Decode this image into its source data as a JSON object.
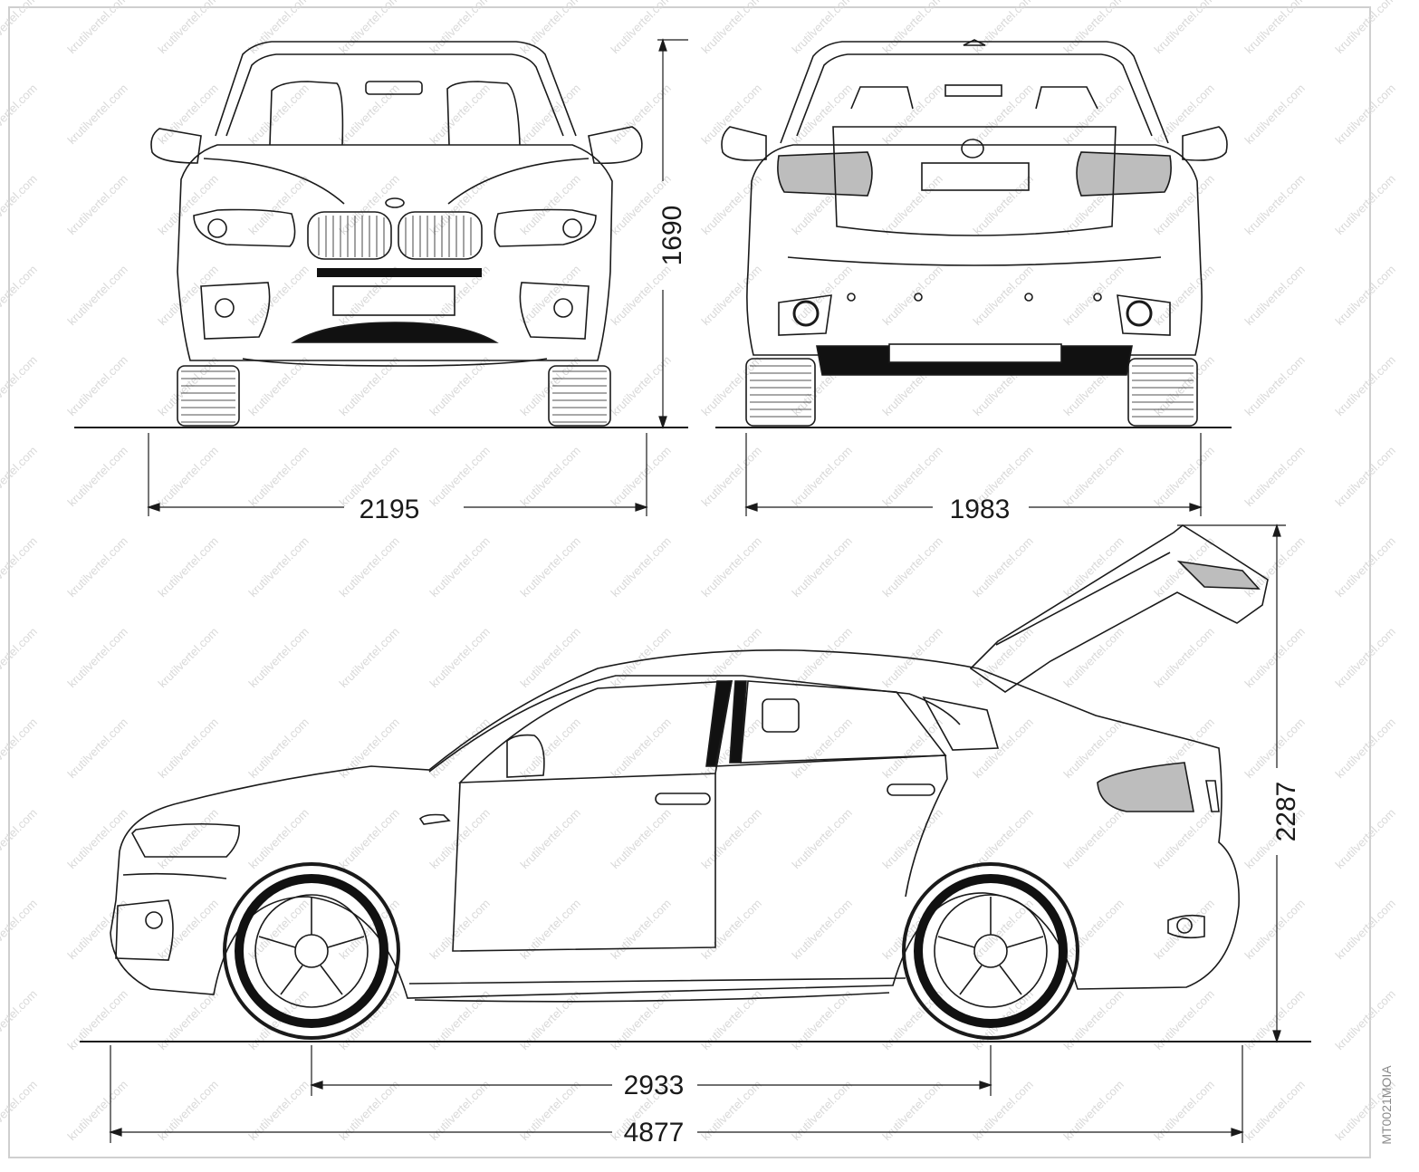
{
  "dimensions": {
    "front_width": "2195",
    "rear_track": "1983",
    "height": "1690",
    "height_tailgate_open": "2287",
    "wheelbase": "2933",
    "length": "4877"
  },
  "watermark": {
    "text": "krutilvertel.com"
  },
  "side_code": "MT0021MOIA",
  "colors": {
    "line": "#1a1a1a",
    "shade": "#bdbdbd",
    "dark": "#111111",
    "watermark": "#d9d9d9"
  }
}
